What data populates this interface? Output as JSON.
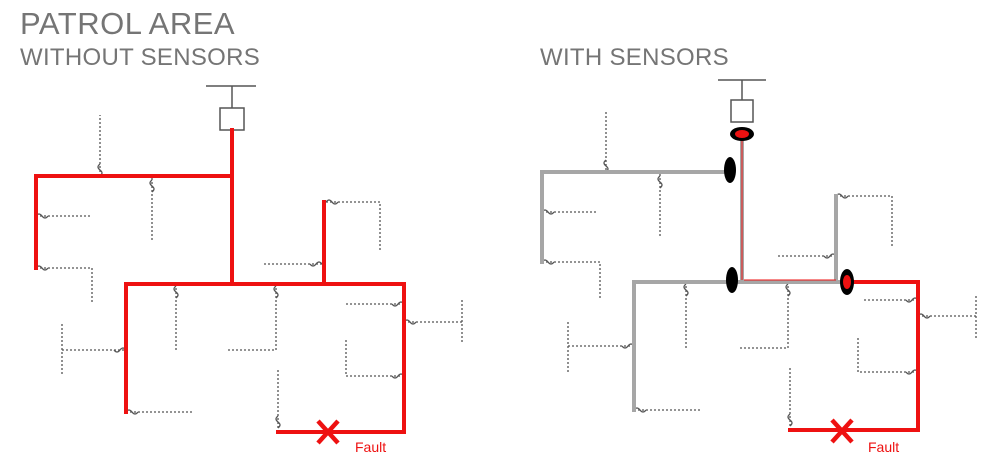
{
  "title": "PATROL AREA",
  "left_panel": {
    "subtitle": "WITHOUT SENSORS",
    "fault_label": "Fault"
  },
  "right_panel": {
    "subtitle": "WITH SENSORS",
    "fault_label": "Fault"
  },
  "colors": {
    "energized": "#ee1111",
    "de_energized": "#a6a6a6",
    "lateral": "#555555",
    "sensor_tripped": "#ee1111",
    "sensor_normal": "#000000",
    "heading": "#757575"
  }
}
